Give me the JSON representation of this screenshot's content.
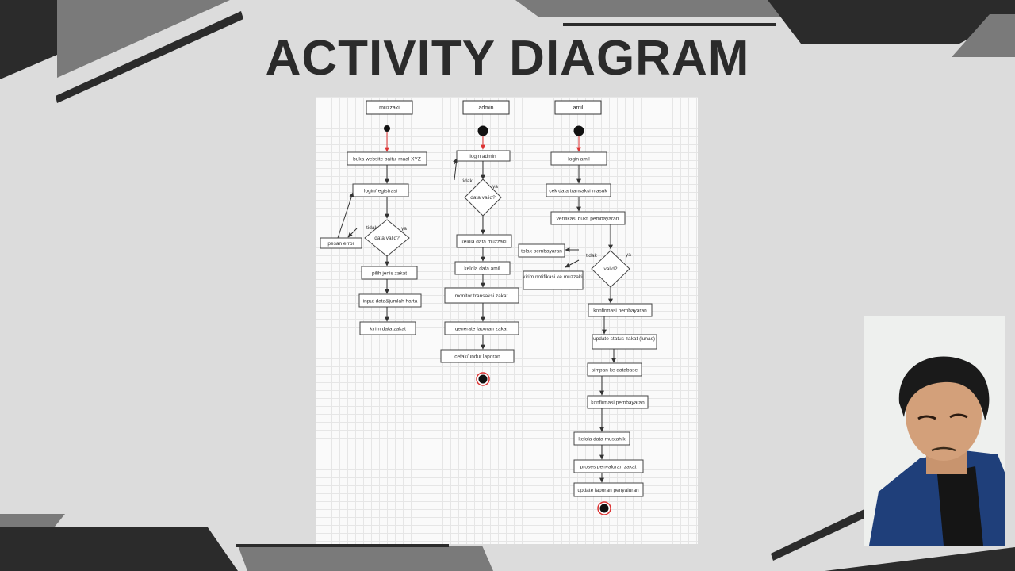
{
  "slide": {
    "title": "ACTIVITY DIAGRAM",
    "colors": {
      "background": "#dcdcdc",
      "dark_shape": "#2b2b2b",
      "mid_shape": "#7a7a7a",
      "start_arrow": "#d33333"
    }
  },
  "diagram": {
    "lanes": [
      {
        "id": "muzzaki",
        "label": "muzzaki"
      },
      {
        "id": "admin",
        "label": "admin"
      },
      {
        "id": "amil",
        "label": "amil"
      }
    ],
    "nodes": [
      {
        "id": "m1",
        "label": "buka website baitul maal XYZ"
      },
      {
        "id": "m2",
        "label": "login/registrasi"
      },
      {
        "id": "m3",
        "label": "pesan error"
      },
      {
        "id": "m4",
        "label": "pilih jenis zakat"
      },
      {
        "id": "m5",
        "label": "input data&jumlah harta"
      },
      {
        "id": "m6",
        "label": "kirim data zakat"
      },
      {
        "id": "a1",
        "label": "login admin"
      },
      {
        "id": "a2",
        "label": "kelola data muzzaki"
      },
      {
        "id": "a3",
        "label": "kelola data amil"
      },
      {
        "id": "a4",
        "label": "monitor transaksi zakat"
      },
      {
        "id": "a5",
        "label": "generate laporan zakat"
      },
      {
        "id": "a6",
        "label": "cetak/undur laporan"
      },
      {
        "id": "b1",
        "label": "login amil"
      },
      {
        "id": "b2",
        "label": "cek data transaksi masuk"
      },
      {
        "id": "b3",
        "label": "verifikasi bukti pembayaran"
      },
      {
        "id": "b4",
        "label": "tolak pembayaran"
      },
      {
        "id": "b5",
        "label": "kirim notifikasi ke muzzaki"
      },
      {
        "id": "b6",
        "label": "konfirmasi pembayaran"
      },
      {
        "id": "b7",
        "label": "update status zakat (lunas)"
      },
      {
        "id": "b8",
        "label": "simpan ke database"
      },
      {
        "id": "b9",
        "label": "konfirmasi pembayaran"
      },
      {
        "id": "b10",
        "label": "kelola data mustahik"
      },
      {
        "id": "b11",
        "label": "proses penyaluran zakat"
      },
      {
        "id": "b12",
        "label": "update laporan penyaluran"
      }
    ],
    "decisions": [
      {
        "id": "md",
        "label": "data valid?",
        "no": "tidak",
        "yes": "ya"
      },
      {
        "id": "ad",
        "label": "data valid?",
        "no": "tidak",
        "yes": "ya"
      },
      {
        "id": "bd",
        "label": "valid?",
        "no": "tidak",
        "yes": "ya"
      }
    ]
  }
}
